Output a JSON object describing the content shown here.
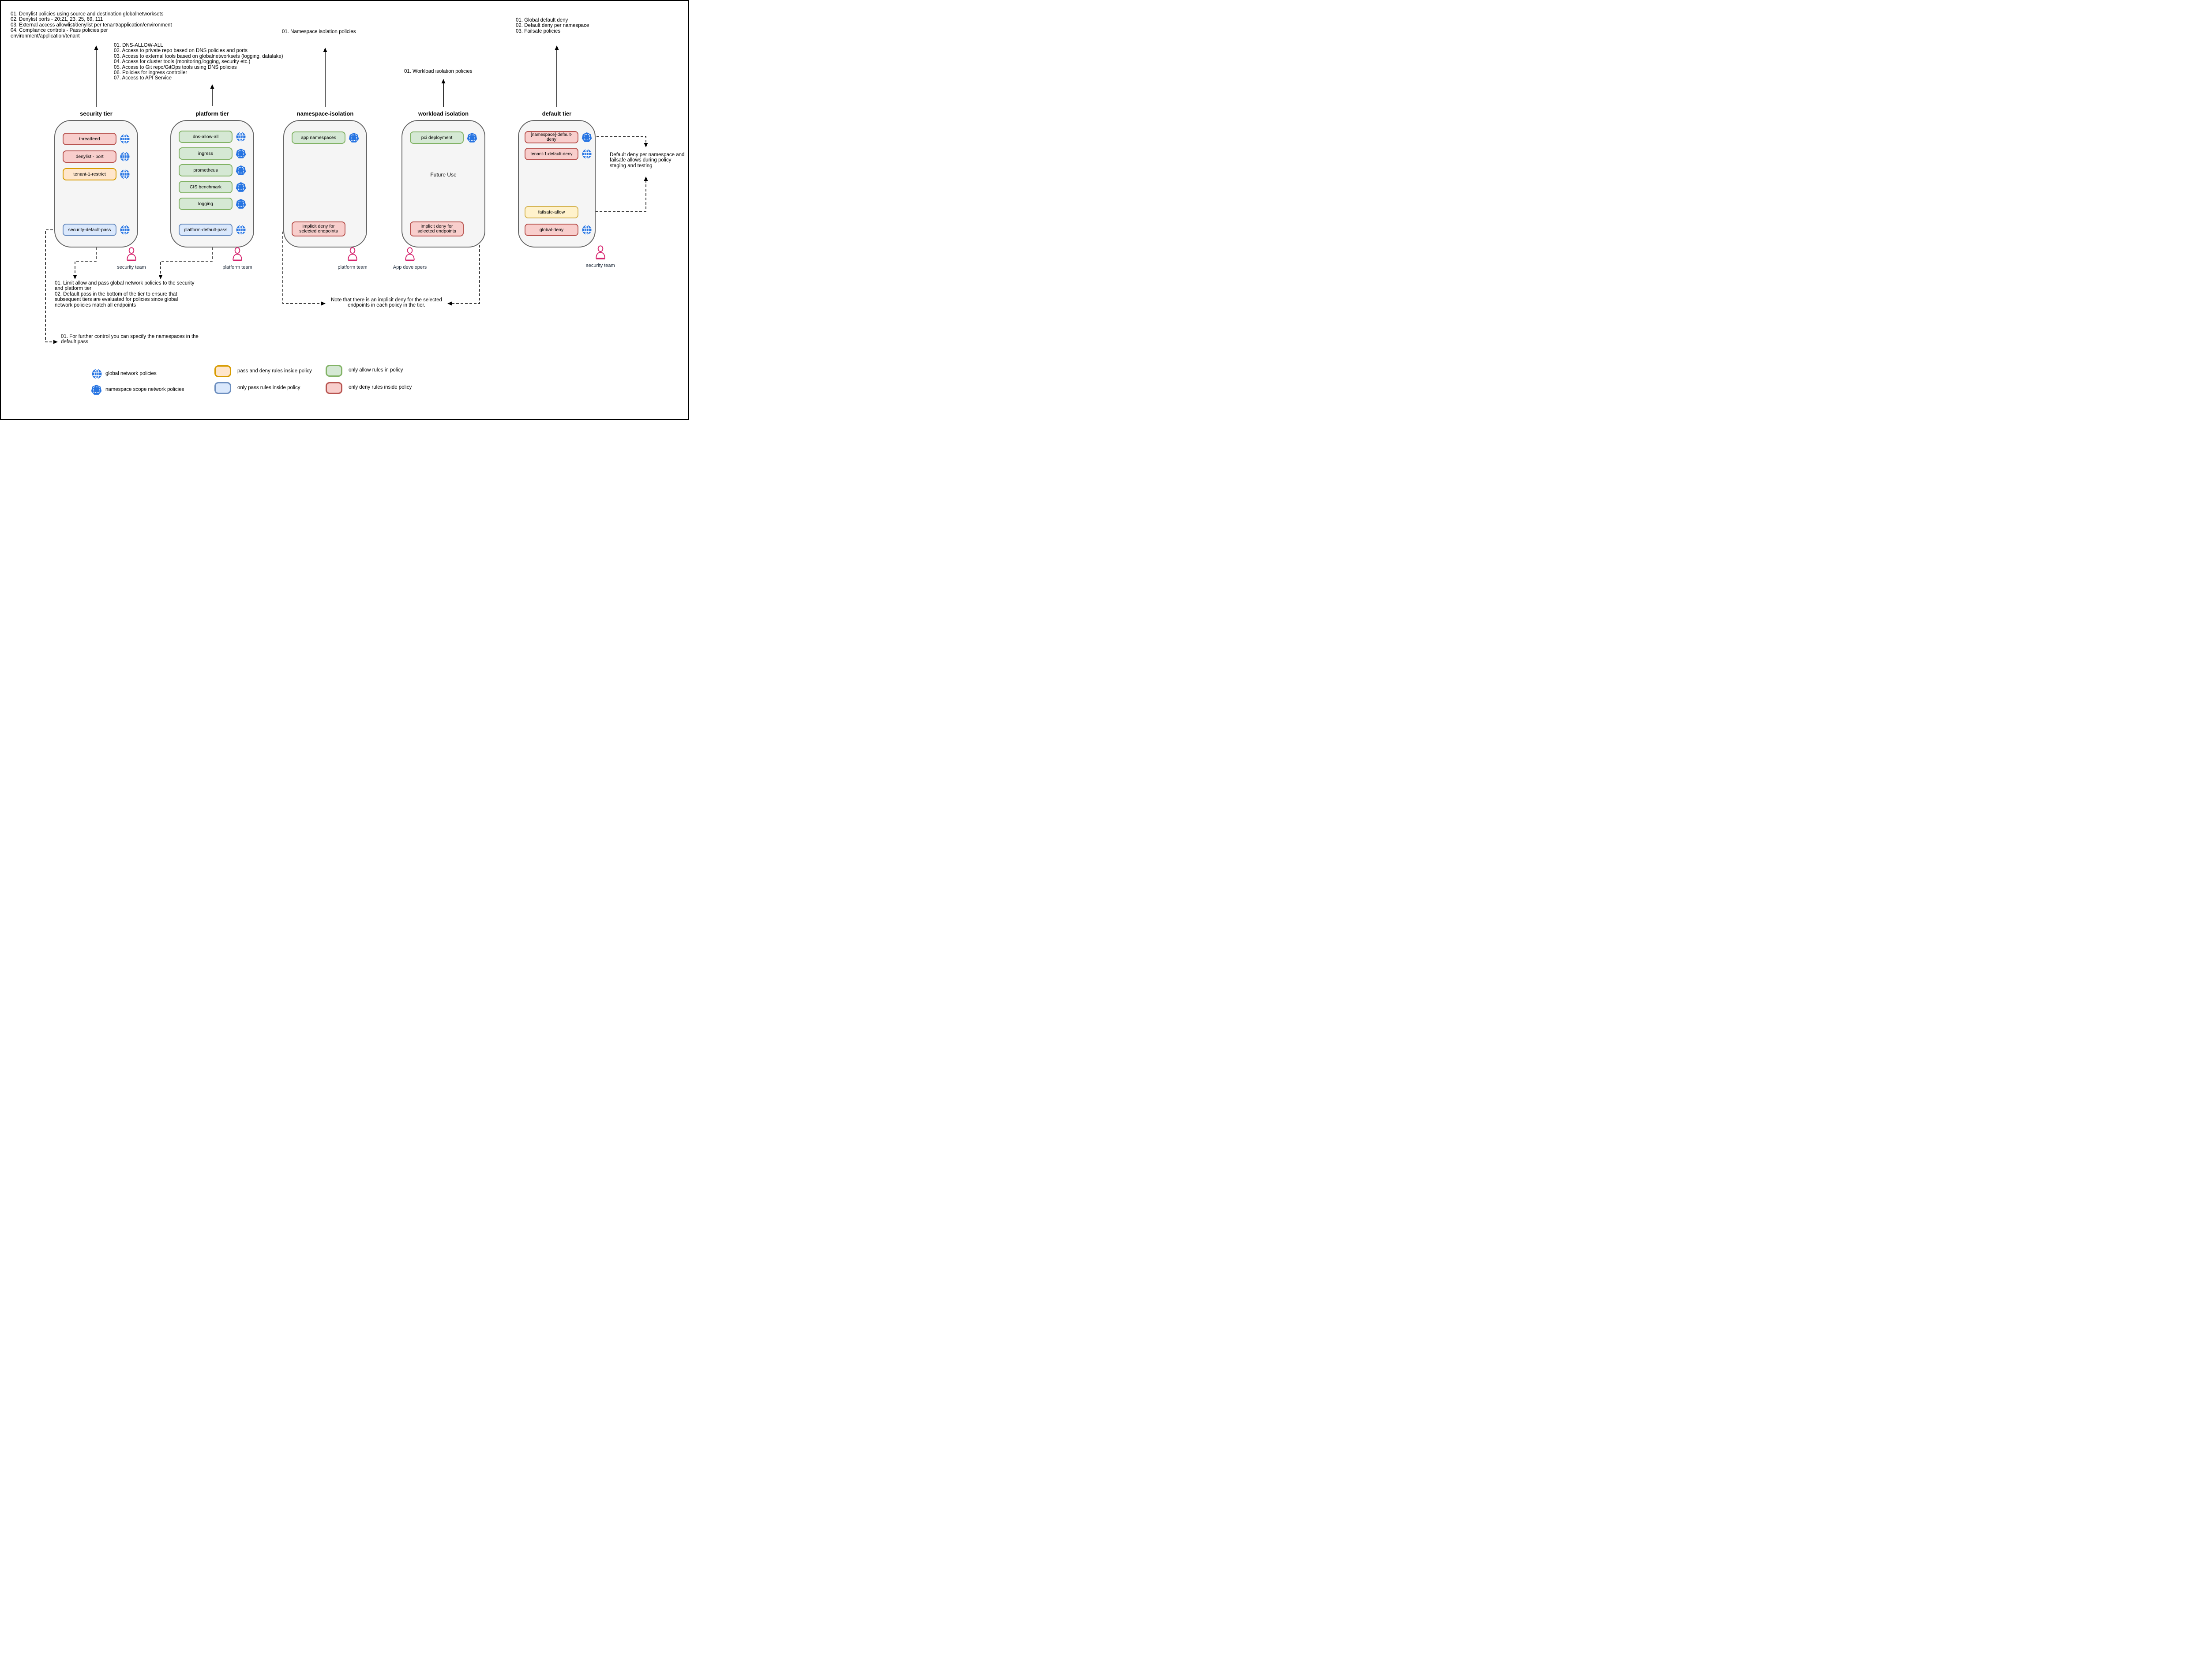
{
  "notes": {
    "security_tier_note": "01. Denylist policies using source and destination globalnetworksets\n02. Denylist ports - 20:21, 23, 25, 69, 111\n03. External access allowlist/denylist per tenant/application/environment\n04. Compliance controls - Pass policies per\nenvironment/application/tenant",
    "platform_tier_note": "01. DNS-ALLOW-ALL\n02. Access to private repo based on DNS policies and ports\n03. Access to external tools based on globalnetworksets (logging, datalake)\n04. Access for cluster tools (monitoring,logging, security etc.)\n05. Access to Git repo/GitOps tools using DNS policies\n06. Policies for ingress controller\n07. Access to API Service",
    "namespace_isolation_note": "01. Namespace isolation policies",
    "workload_isolation_note": "01. Workload isolation policies",
    "default_tier_note": "01. Global default deny\n02. Default deny per namespace\n03. Failsafe policies",
    "limit_note": "01. Limit allow and pass global network policies to the security\nand platform tier\n02. Default pass in the bottom of the tier to ensure that\nsubsequent tiers are evaluated for policies since global\nnetwork policies match all endpoints",
    "further_control_note": "01. For further control you can specify the namespaces in the\ndefault pass",
    "implicit_deny_note": "Note that there is an implicit deny for the selected\nendpoints in each policy in the tier.",
    "default_deny_note": "Default deny per namespace and\nfailsafe allows during policy\nstaging and testing"
  },
  "tiers": [
    {
      "title": "security tier",
      "policies": [
        {
          "label": "threatfeed",
          "rule_type": "only deny",
          "scope": "global"
        },
        {
          "label": "denylist - port",
          "rule_type": "only deny",
          "scope": "global"
        },
        {
          "label": "tenant-1-restrict",
          "rule_type": "pass and deny",
          "scope": "global"
        },
        {
          "label": "security-default-pass",
          "rule_type": "only pass",
          "scope": "global"
        }
      ]
    },
    {
      "title": "platform tier",
      "policies": [
        {
          "label": "dns-allow-all",
          "rule_type": "only allow",
          "scope": "global"
        },
        {
          "label": "ingress",
          "rule_type": "only allow",
          "scope": "namespace"
        },
        {
          "label": "prometheus",
          "rule_type": "only allow",
          "scope": "namespace"
        },
        {
          "label": "CIS benchmark",
          "rule_type": "only allow",
          "scope": "namespace"
        },
        {
          "label": "logging",
          "rule_type": "only allow",
          "scope": "namespace"
        },
        {
          "label": "platform-default-pass",
          "rule_type": "only pass",
          "scope": "global"
        }
      ]
    },
    {
      "title": "namespace-isolation",
      "policies": [
        {
          "label": "app namespaces",
          "rule_type": "only allow",
          "scope": "namespace"
        },
        {
          "label": "implicit deny for selected endpoints",
          "rule_type": "only deny",
          "scope": null
        }
      ]
    },
    {
      "title": "workload isolation",
      "body_text": "Future Use",
      "policies": [
        {
          "label": "pci deployment",
          "rule_type": "only allow",
          "scope": "namespace"
        },
        {
          "label": "implicit deny for selected endpoints",
          "rule_type": "only deny",
          "scope": null
        }
      ]
    },
    {
      "title": "default tier",
      "policies": [
        {
          "label": "[namespace]-default-deny",
          "rule_type": "only deny",
          "scope": "namespace"
        },
        {
          "label": "tenant-1-default-deny",
          "rule_type": "only deny",
          "scope": "global"
        },
        {
          "label": "failsafe-allow",
          "rule_type": "failsafe allow",
          "scope": null
        },
        {
          "label": "global-deny",
          "rule_type": "only deny",
          "scope": "global"
        }
      ]
    }
  ],
  "teams": [
    {
      "label": "security team"
    },
    {
      "label": "platform team"
    },
    {
      "label": "platform team"
    },
    {
      "label": "App developers"
    },
    {
      "label": "security team"
    }
  ],
  "legend": {
    "items": [
      {
        "icon": "global-network-icon",
        "label": "global network policies"
      },
      {
        "icon": "namespace-scope-icon",
        "label": "namespace scope network policies"
      },
      {
        "swatch": "orange",
        "label": "pass and deny rules inside policy"
      },
      {
        "swatch": "blue",
        "label": "only pass rules inside policy"
      },
      {
        "swatch": "green",
        "label": "only allow rules in policy"
      },
      {
        "swatch": "red",
        "label": "only deny rules inside policy"
      }
    ]
  },
  "colors": {
    "tier_fill": "#f5f5f5",
    "tier_border": "#666666",
    "deny_fill": "#f8cecc",
    "deny_border": "#b85450",
    "allow_fill": "#d5e8d4",
    "allow_border": "#82b366",
    "pass_fill": "#dae8fc",
    "pass_border": "#6c8ebf",
    "pass_deny_fill": "#ffe6cc",
    "pass_deny_border": "#d79b00",
    "failsafe_fill": "#fff2cc",
    "failsafe_border": "#d6b656",
    "icon_blue": "#2875e2",
    "person_pink": "#d6246e"
  }
}
